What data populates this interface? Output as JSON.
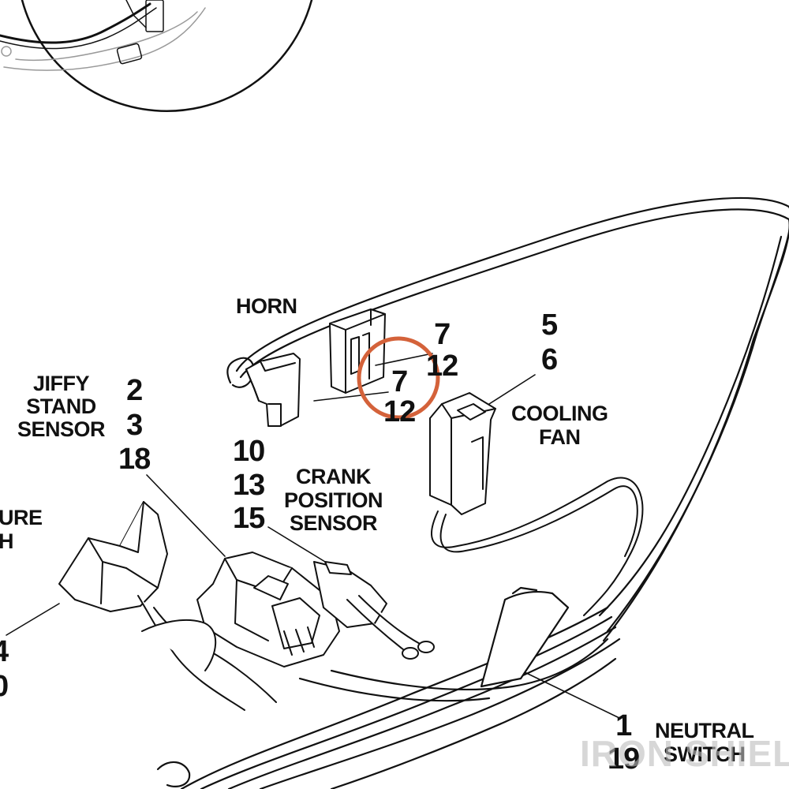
{
  "labels": {
    "horn": "HORN",
    "horn_callout_a": "7\n12",
    "horn_callout_b": "7\n12",
    "jiffy_stand": "JIFFY\nSTAND\nSENSOR",
    "jiffy_callouts": "2\n3\n18",
    "crank_callouts": "10\n13\n15",
    "crank_position": "CRANK\nPOSITION\nSENSOR",
    "cooling_callouts": "5\n6",
    "cooling_fan": "COOLING\nFAN",
    "pressure_partial": "URE\nH",
    "pressure_callouts_partial": "4\n0",
    "neutral_callouts": "1\n19",
    "neutral_switch": "NEUTRAL\nSWITCH"
  },
  "watermark": "IRON SHIELD",
  "highlight_color": "#d4623a"
}
